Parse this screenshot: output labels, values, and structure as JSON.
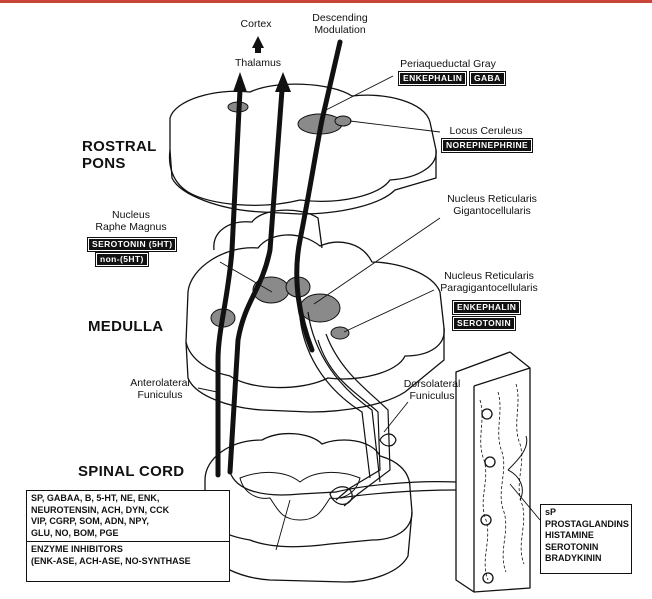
{
  "labels": {
    "cortex": "Cortex",
    "thalamus": "Thalamus",
    "descending_modulation": [
      "Descending",
      "Modulation"
    ],
    "periaqueductal_gray": "Periaqueductal Gray",
    "locus_ceruleus": "Locus Ceruleus",
    "nucleus_raphe_magnus": [
      "Nucleus",
      "Raphe Magnus"
    ],
    "nucleus_reticularis_giganto": [
      "Nucleus Reticularis",
      "Gigantocellularis"
    ],
    "nucleus_reticularis_paragiganto": [
      "Nucleus Reticularis",
      "Paragigantocellularis"
    ],
    "anterolateral_funiculus": [
      "Anterolateral",
      "Funiculus"
    ],
    "dorsolateral_funiculus": [
      "Dorsolateral",
      "Funiculus"
    ]
  },
  "regions": {
    "rostral_pons": [
      "ROSTRAL",
      "PONS"
    ],
    "medulla": "MEDULLA",
    "spinal_cord": "SPINAL CORD"
  },
  "tags": {
    "pag": [
      "ENKEPHALIN",
      "GABA"
    ],
    "locus": [
      "NOREPINEPHRINE"
    ],
    "raphe": [
      "SEROTONIN (5HT)",
      "non-(5HT)"
    ],
    "paragiganto": [
      "ENKEPHALIN",
      "SEROTONIN"
    ]
  },
  "spinal_box": {
    "lines": [
      "SP,  GABAA, B,   5-HT,  NE,  ENK,",
      "NEUROTENSIN,  ACH,  DYN,  CCK",
      "VIP,  CGRP,  SOM,  ADN,  NPY,",
      "GLU,  NO,  BOM,  PGE"
    ],
    "inhibitor_lines": [
      "ENZYME INHIBITORS",
      "(ENK-ASE, ACH-ASE, NO-SYNTHASE"
    ]
  },
  "periphery_box": {
    "lines": [
      "sP",
      "PROSTAGLANDINS",
      "HISTAMINE",
      "SEROTONIN",
      "BRADYKININ"
    ]
  },
  "colors": {
    "ink": "#111111",
    "tag_bg": "#111111",
    "tag_text": "#ffffff",
    "nucleus_fill": "#8a8a8a",
    "top_border": "#c9453a"
  }
}
